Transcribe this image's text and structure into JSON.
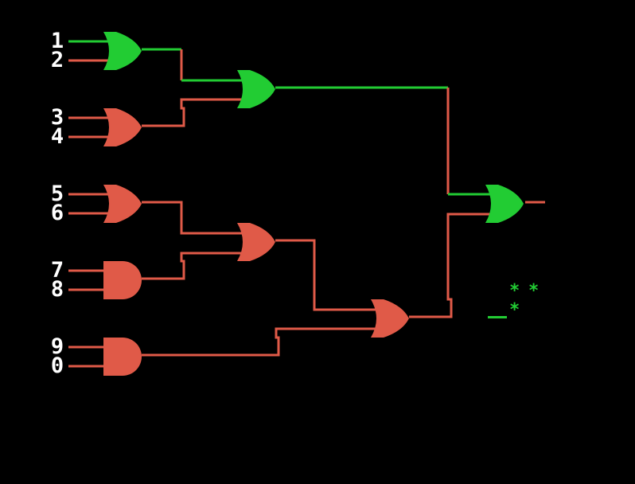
{
  "colors": {
    "on": "#22cc33",
    "off": "#e05a48",
    "label": "#ffffff",
    "background": "#000000"
  },
  "inputs": [
    {
      "label": "1",
      "state": "on"
    },
    {
      "label": "2",
      "state": "off"
    },
    {
      "label": "3",
      "state": "off"
    },
    {
      "label": "4",
      "state": "off"
    },
    {
      "label": "5",
      "state": "off"
    },
    {
      "label": "6",
      "state": "off"
    },
    {
      "label": "7",
      "state": "off"
    },
    {
      "label": "8",
      "state": "off"
    },
    {
      "label": "9",
      "state": "off"
    },
    {
      "label": "0",
      "state": "off"
    }
  ],
  "gates": [
    {
      "id": "g1",
      "type": "OR",
      "state": "on"
    },
    {
      "id": "g2",
      "type": "OR",
      "state": "off"
    },
    {
      "id": "g3",
      "type": "OR",
      "state": "on"
    },
    {
      "id": "g4",
      "type": "OR",
      "state": "off"
    },
    {
      "id": "g5",
      "type": "AND",
      "state": "off"
    },
    {
      "id": "g6",
      "type": "OR",
      "state": "off"
    },
    {
      "id": "g7",
      "type": "AND",
      "state": "off"
    },
    {
      "id": "g8",
      "type": "OR",
      "state": "off"
    },
    {
      "id": "g9",
      "type": "OR",
      "state": "on"
    }
  ],
  "output_state": "off",
  "entry": {
    "stars": [
      "*",
      "*",
      "*"
    ],
    "cursor": "_"
  }
}
